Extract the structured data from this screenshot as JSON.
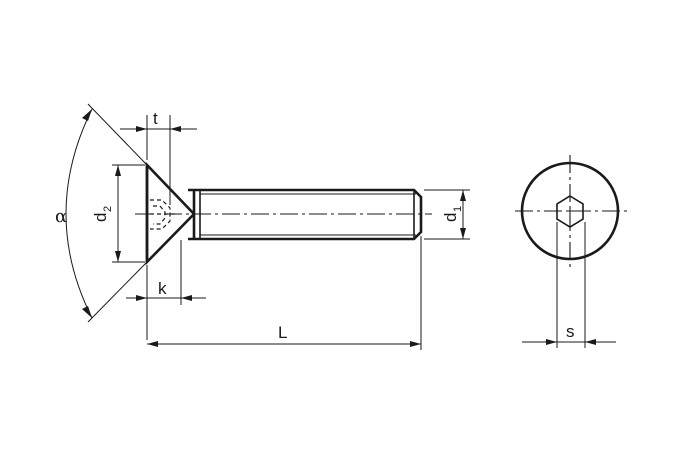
{
  "labels": {
    "alpha": "α",
    "t": "t",
    "d2_main": "d",
    "d2_sub": "2",
    "k": "k",
    "L": "L",
    "d1_main": "d",
    "d1_sub": "1",
    "s": "s"
  }
}
